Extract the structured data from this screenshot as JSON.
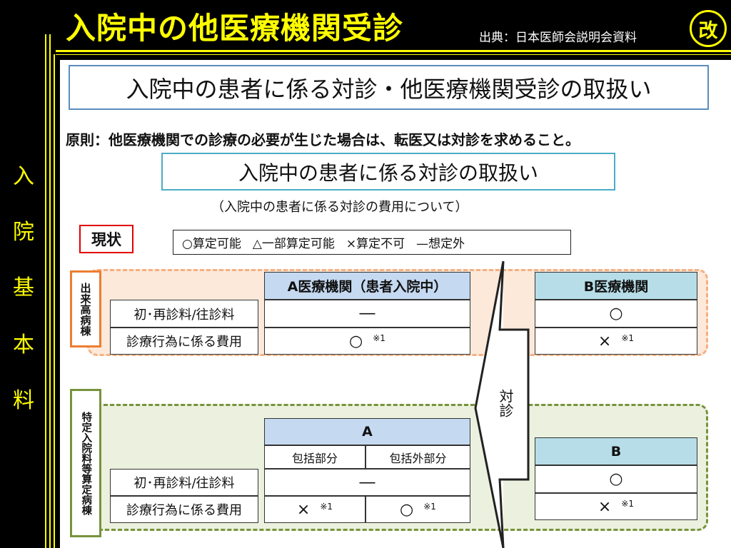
{
  "header": {
    "title": "入院中の他医療機関受診",
    "source": "出典：日本医師会説明会資料",
    "badge": "改"
  },
  "sidebar": {
    "chars": [
      "入",
      "院",
      "基",
      "本",
      "料"
    ]
  },
  "content": {
    "top_title": "入院中の患者に係る対診・他医療機関受診の取扱い",
    "principle": "原則：他医療機関での診療の必要が生じた場合は、転医又は対診を求めること。",
    "sub_title": "入院中の患者に係る対診の取扱い",
    "sub_caption": "（入院中の患者に係る対診の費用について）",
    "status_label": "現状",
    "legend": [
      "○算定可能",
      "△一部算定可能",
      "×算定不可",
      "—想定外"
    ],
    "arrow_label": "対診"
  },
  "group1": {
    "label": "出来高病棟",
    "headerA": "A医療機関（患者入院中）",
    "headerB": "B医療機関",
    "rows": [
      {
        "label": "初･再診料/往診料",
        "a": "―",
        "b": "○",
        "a_note": "",
        "b_note": ""
      },
      {
        "label": "診療行為に係る費用",
        "a": "○",
        "b": "×",
        "a_note": "※1",
        "b_note": "※1"
      }
    ]
  },
  "group2": {
    "label": "特定入院料等算定病棟",
    "headerA": "A",
    "subA1": "包括部分",
    "subA2": "包括外部分",
    "headerB": "B",
    "rows": [
      {
        "label": "初･再診料/往診料",
        "a": "―",
        "b": "○"
      },
      {
        "label": "診療行為に係る費用",
        "a1": "×",
        "a1_note": "※1",
        "a2": "○",
        "a2_note": "※1",
        "b": "×",
        "b_note": "※1"
      }
    ]
  }
}
